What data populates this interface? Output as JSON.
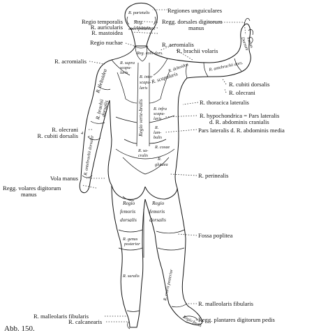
{
  "caption": "Abb. 150.",
  "labels": {
    "regiones_unguiculares": "Regiones unguiculares",
    "regg_dorsales_digitorum_manus_1": "Regg. dorsales digitorum",
    "regg_dorsales_digitorum_manus_2": "manus",
    "r_acromialis_right": "R. acromialis",
    "r_brachii_volaris": "R. brachii volaris",
    "regio_temporalis": "Regio temporalis",
    "r_auricularis": "R. auricularis",
    "r_mastoidea": "R. mastoidea",
    "regio_nuchae": "Regio nuchae",
    "r_acromialis_left": "R. acromialis",
    "r_cubiti_dorsalis_right": "R. cubiti dorsalis",
    "r_olecrani_right": "R. olecrani",
    "r_thoracica_lateralis": "R. thoracica lateralis",
    "r_hypochondrica_1": "R. hypochondrica = Pars lateralis",
    "r_hypochondrica_2": "d. R. abdominis cranialis",
    "pars_lateralis_abdominis_media": "Pars lateralis d. R. abdominis media",
    "r_olecrani_left": "R. olecrani",
    "r_cubiti_dorsalis_left": "R. cubiti dorsalis",
    "r_perinealis": "R. perinealis",
    "vola_manus": "Vola manus",
    "regg_volares_digitorum_manus_1": "Regg. volares digitorum",
    "regg_volares_digitorum_manus_2": "manus",
    "fossa_poplitea": "Fossa poplitea",
    "r_malleolaris_fibularis_right": "R. malleolaris fibularis",
    "r_malleolaris_fibularis_left": "R. malleolaris fibularis",
    "r_calcanearis": "R. calcanearis",
    "regg_plantares_digitorum_pedis": "Regg. plantares digitorum pedis"
  },
  "regions": {
    "r_parietalis": "R. parietalis",
    "reg_occipitalis_1": "Reg.",
    "reg_occipitalis_2": "occipitalis",
    "reg_colli_dors": "Reg. colli dors.",
    "r_suprascapularis_1": "R. supra",
    "r_suprascapularis_2": "scapu-",
    "r_suprascapularis_3": "laris",
    "r_deltoidea_left": "R. deltoidea",
    "r_deltoidea_right": "R. deltoidea",
    "r_scapularis": "R. scapularis",
    "r_interscapularis_1": "R. inter",
    "r_interscapularis_2": "scapu-",
    "r_interscapularis_3": "laris",
    "r_brachii_dorsalis_1": "R. brachii",
    "r_brachii_dorsalis_2": "dorsalis",
    "r_antebrachii_dorsalis_right": "R. antebrachii dors.",
    "dorsum_manus_1": "Dorsum",
    "dorsum_manus_2": "manus",
    "r_infrascapularis_1": "R. infra",
    "r_infrascapularis_2": "scapu-",
    "r_infrascapularis_3": "laris",
    "regio_vertebralis": "Regio verte-bralis",
    "r_lumbalis_1": "R.",
    "r_lumbalis_2": "lum-",
    "r_lumbalis_3": "balis",
    "r_sacralis_1": "R. sa-",
    "r_sacralis_2": "cralis",
    "r_coxae": "R. coxae",
    "r_glutaea_1": "R.",
    "r_glutaea_2": "glutaea",
    "r_antebrachii_left": "R. antebrachii dorsalis",
    "regio_femoris_left_1": "Regio",
    "regio_femoris_left_2": "femoris",
    "regio_femoris_left_3": "dorsalis",
    "regio_femoris_right_1": "Regio",
    "regio_femoris_right_2": "femoris",
    "regio_femoris_right_3": "dorsalis",
    "r_genus_posterior_1": "R. genus",
    "r_genus_posterior_2": "posterior",
    "r_suralis": "R. suralis",
    "r_cruris_posterior": "R. cruris posterior",
    "regio_pedis": "Regio pedis",
    "num_4": "4"
  }
}
